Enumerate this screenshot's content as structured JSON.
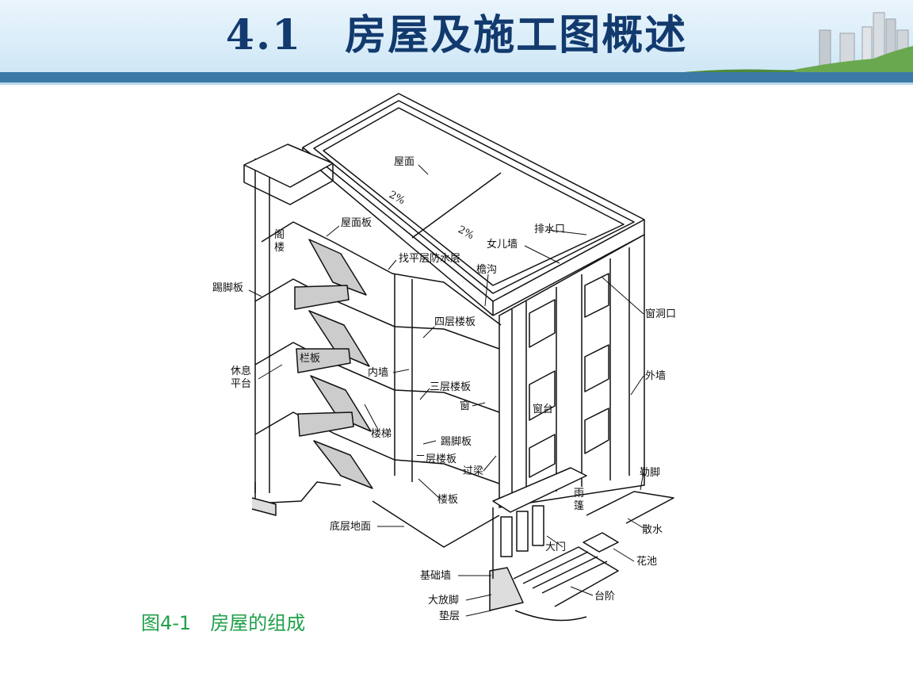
{
  "header": {
    "title": "4.1　房屋及施工图概述"
  },
  "caption": "图4-1　房屋的组成",
  "labels": {
    "roof": "屋面",
    "slope1": "2%",
    "slope2": "2%",
    "roof_slab": "屋面板",
    "attic_1": "阁",
    "attic_2": "楼",
    "leveling_waterproof": "找平层防水层",
    "drain_outlet": "排水口",
    "parapet": "女儿墙",
    "gutter": "檐沟",
    "baseboard_left": "踢脚板",
    "window_opening": "窗洞口",
    "fourth_floor_slab": "四层楼板",
    "railing": "栏板",
    "rest_platform_1": "休息",
    "rest_platform_2": "平台",
    "inner_wall": "内墙",
    "outer_wall": "外墙",
    "third_floor_slab": "三层楼板",
    "window": "窗",
    "window_sill": "窗台",
    "stair": "楼梯",
    "baseboard_mid": "踢脚板",
    "second_floor_slab": "二层楼板",
    "lintel": "过梁",
    "plinth": "勒脚",
    "floor_slab": "楼板",
    "canopy_1": "雨",
    "canopy_2": "篷",
    "ground_floor": "底层地面",
    "apron": "散水",
    "main_door": "大门",
    "flower_bed": "花池",
    "foundation_wall": "基础墙",
    "steps": "台阶",
    "footing": "大放脚",
    "cushion": "垫层"
  },
  "colors": {
    "title": "#123a6e",
    "header_band": "#3c79a6",
    "caption": "#1fa04a",
    "lines": "#111111"
  }
}
